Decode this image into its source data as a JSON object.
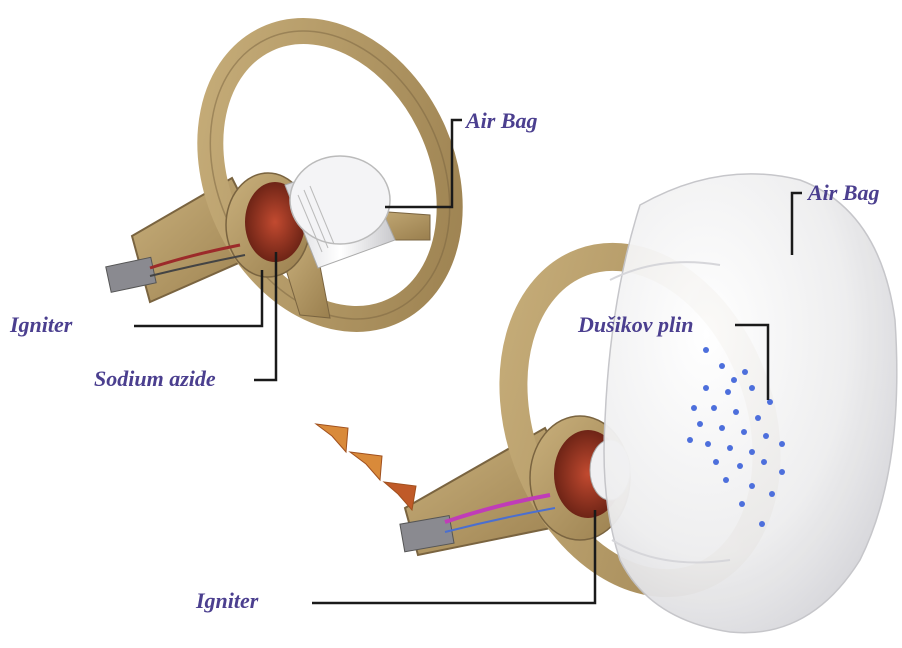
{
  "labels": {
    "air_bag_top": "Air Bag",
    "air_bag_right": "Air Bag",
    "igniter_top": "Igniter",
    "sodium_azide": "Sodium azide",
    "nitrogen_gas": "Dušikov plin",
    "igniter_bottom": "Igniter"
  },
  "colors": {
    "label_text": "#4b3f8f",
    "leader_line": "#1a1a1a",
    "wheel": "#b39866",
    "airbag": "#eeeeef",
    "azide": "#8a2b1c",
    "gas_dots": "#4d6fdc",
    "arrows": "#d98a3a"
  }
}
